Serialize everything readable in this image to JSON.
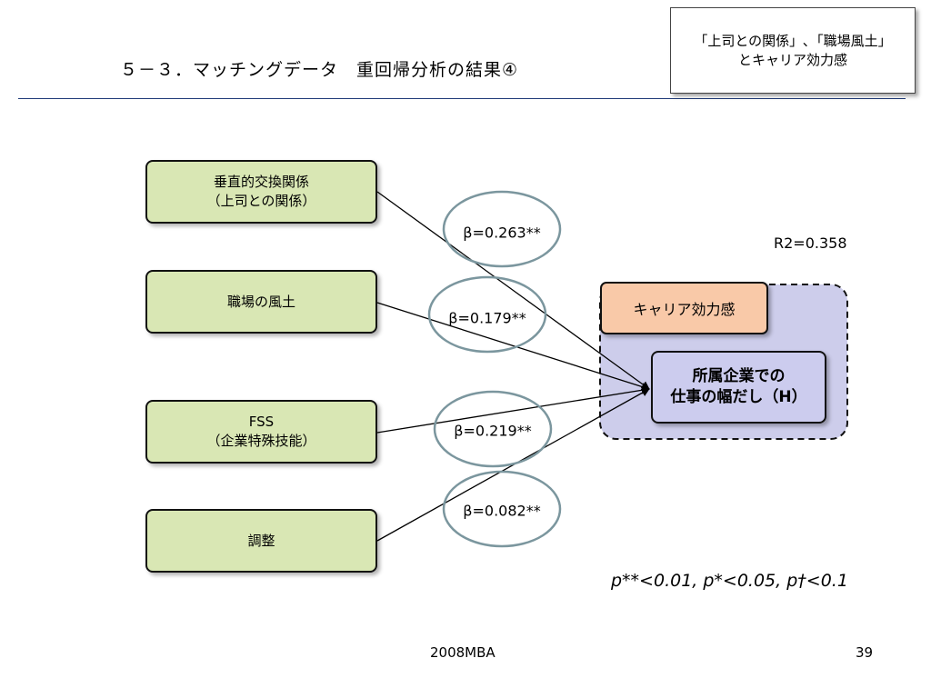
{
  "slide": {
    "title": "５－３．マッチングデータ　重回帰分析の結果④",
    "note_line1": "「上司との関係」､「職場風土」",
    "note_line2": "とキャリア効力感",
    "footer_center": "2008MBA",
    "page_number": "39"
  },
  "factors": [
    {
      "line1": "垂直的交換関係",
      "line2": "（上司との関係）"
    },
    {
      "line1": "職場の風土",
      "line2": ""
    },
    {
      "line1": "FSS",
      "line2": "（企業特殊技能）"
    },
    {
      "line1": "調整",
      "line2": ""
    }
  ],
  "coefficients": [
    "β=0.263**",
    "β=0.179**",
    "β=0.219**",
    "β=0.082**"
  ],
  "r2": "R2=0.358",
  "career_label": "キャリア効力感",
  "outcome": {
    "line1": "所属企業での",
    "line2": "仕事の幅だし（H）"
  },
  "significance": "p**<0.01, p*<0.05, p†<0.1",
  "colors": {
    "factor_fill": "#d9e7b4",
    "career_fill": "#f9c9a8",
    "outcome_fill": "#ccccee",
    "group_fill": "#cdcdeb",
    "ellipse_stroke": "#7b969e",
    "rule": "#1f3a78"
  }
}
